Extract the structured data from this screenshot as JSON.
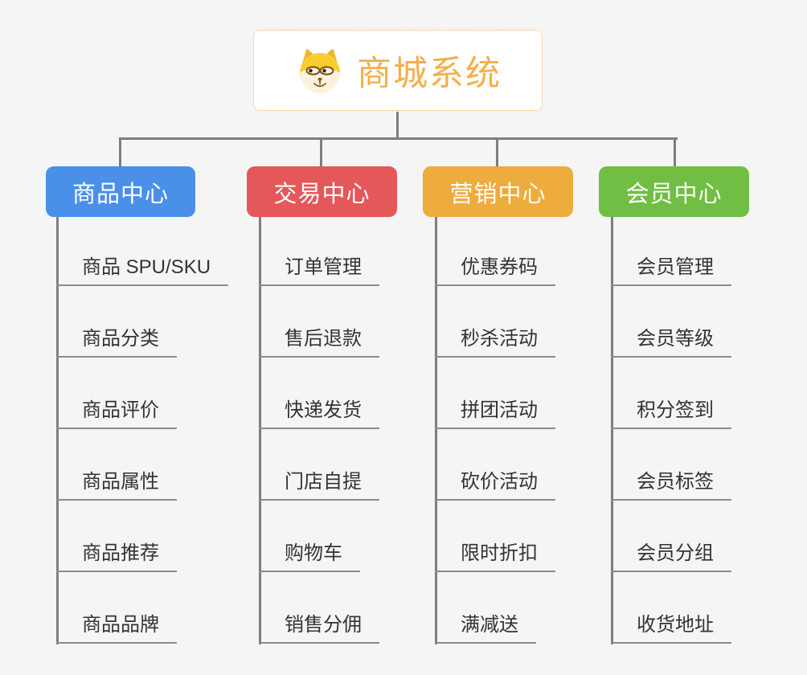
{
  "root": {
    "title": "商城系统",
    "icon": "dog-face-icon"
  },
  "colors": {
    "canvas-bg": "#f5f5f6",
    "root-accent": "#f3af4b",
    "root-border": "#f0b055",
    "connector": "#7e7e7e",
    "underline": "#8c8c8c",
    "leaf-text": "#333333"
  },
  "branches": [
    {
      "label": "商品中心",
      "color": "#4a90e8",
      "items": [
        "商品 SPU/SKU",
        "商品分类",
        "商品评价",
        "商品属性",
        "商品推荐",
        "商品品牌"
      ]
    },
    {
      "label": "交易中心",
      "color": "#e5585a",
      "items": [
        "订单管理",
        "售后退款",
        "快递发货",
        "门店自提",
        "购物车",
        "销售分佣"
      ]
    },
    {
      "label": "营销中心",
      "color": "#edac3c",
      "items": [
        "优惠券码",
        "秒杀活动",
        "拼团活动",
        "砍价活动",
        "限时折扣",
        "满减送"
      ]
    },
    {
      "label": "会员中心",
      "color": "#70bf44",
      "items": [
        "会员管理",
        "会员等级",
        "积分签到",
        "会员标签",
        "会员分组",
        "收货地址"
      ]
    }
  ]
}
